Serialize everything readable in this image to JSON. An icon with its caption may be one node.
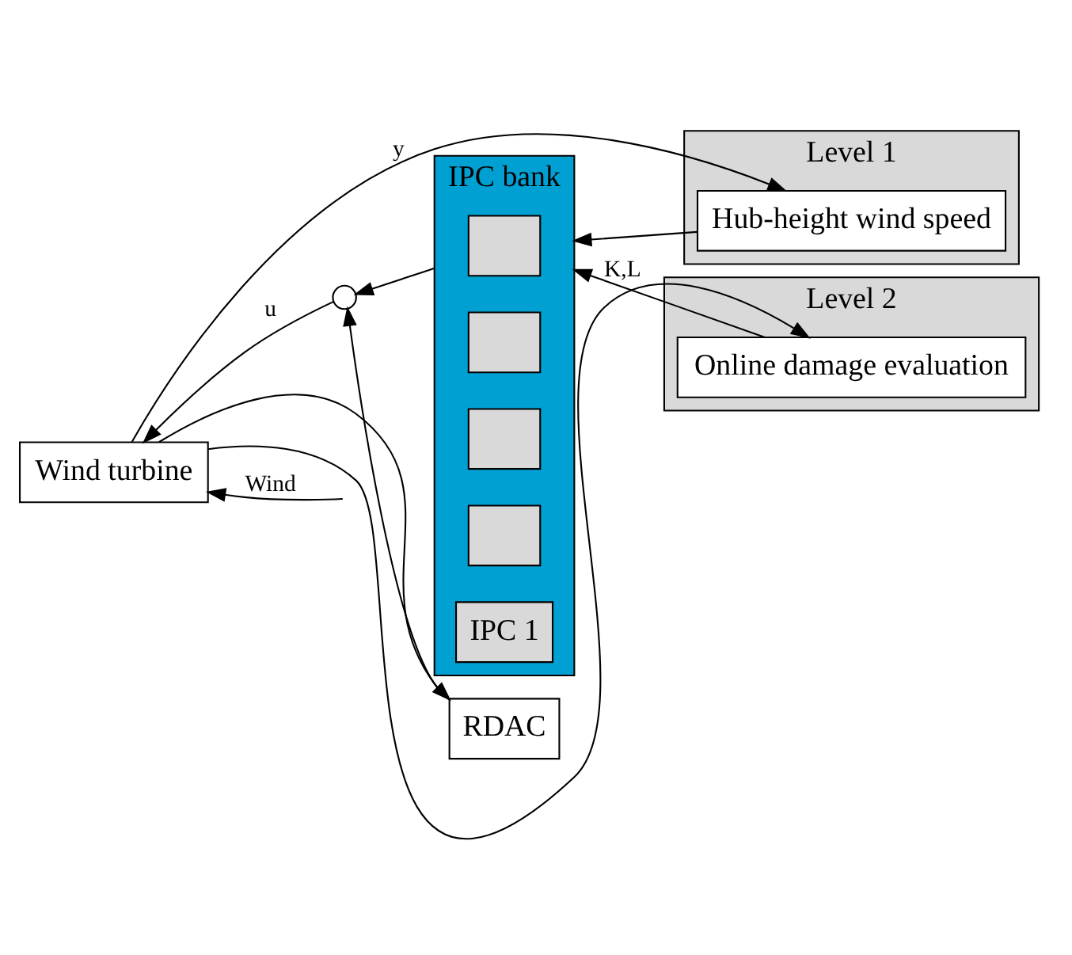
{
  "diagram": {
    "nodes": [
      {
        "text": [
          "Wind turbine"
        ]
      },
      {
        "text": [
          "Level 1"
        ]
      },
      {
        "text": [
          "Hub-height wind speed"
        ],
        "in": 1
      },
      {
        "text": [
          "Level 2"
        ]
      },
      {
        "text": [
          "Online damage evaluation"
        ],
        "in": 3
      },
      {
        "text": [
          "IPC bank"
        ]
      },
      {
        "text": [],
        "shape": "box",
        "in": 5
      },
      {
        "text": [],
        "shape": "box",
        "in": 5
      },
      {
        "text": [],
        "shape": "box",
        "in": 5
      },
      {
        "text": [],
        "shape": "box",
        "in": 5
      },
      {
        "text": [
          "IPC 1"
        ],
        "in": 5
      },
      {
        "text": [],
        "shape": "circle"
      },
      {
        "text": [
          "RDAC"
        ]
      }
    ],
    "edges": [
      {
        "from": null,
        "to": 0,
        "arrow": "to",
        "label": "Wind"
      },
      {
        "from": 11,
        "to": 0,
        "arrow": "to",
        "label": "u"
      },
      {
        "from": 0,
        "to": 2,
        "arrow": "to",
        "label": "y"
      },
      {
        "from": 0,
        "to": 4,
        "arrow": "to"
      },
      {
        "from": 0,
        "to": 12,
        "arrow": "to"
      },
      {
        "from": 2,
        "to": 5,
        "arrow": "to"
      },
      {
        "from": 4,
        "to": 5,
        "arrow": "to",
        "label": "K,L"
      },
      {
        "from": 5,
        "to": 11,
        "arrow": "to"
      },
      {
        "from": 12,
        "to": 11,
        "arrow": "to"
      }
    ]
  }
}
